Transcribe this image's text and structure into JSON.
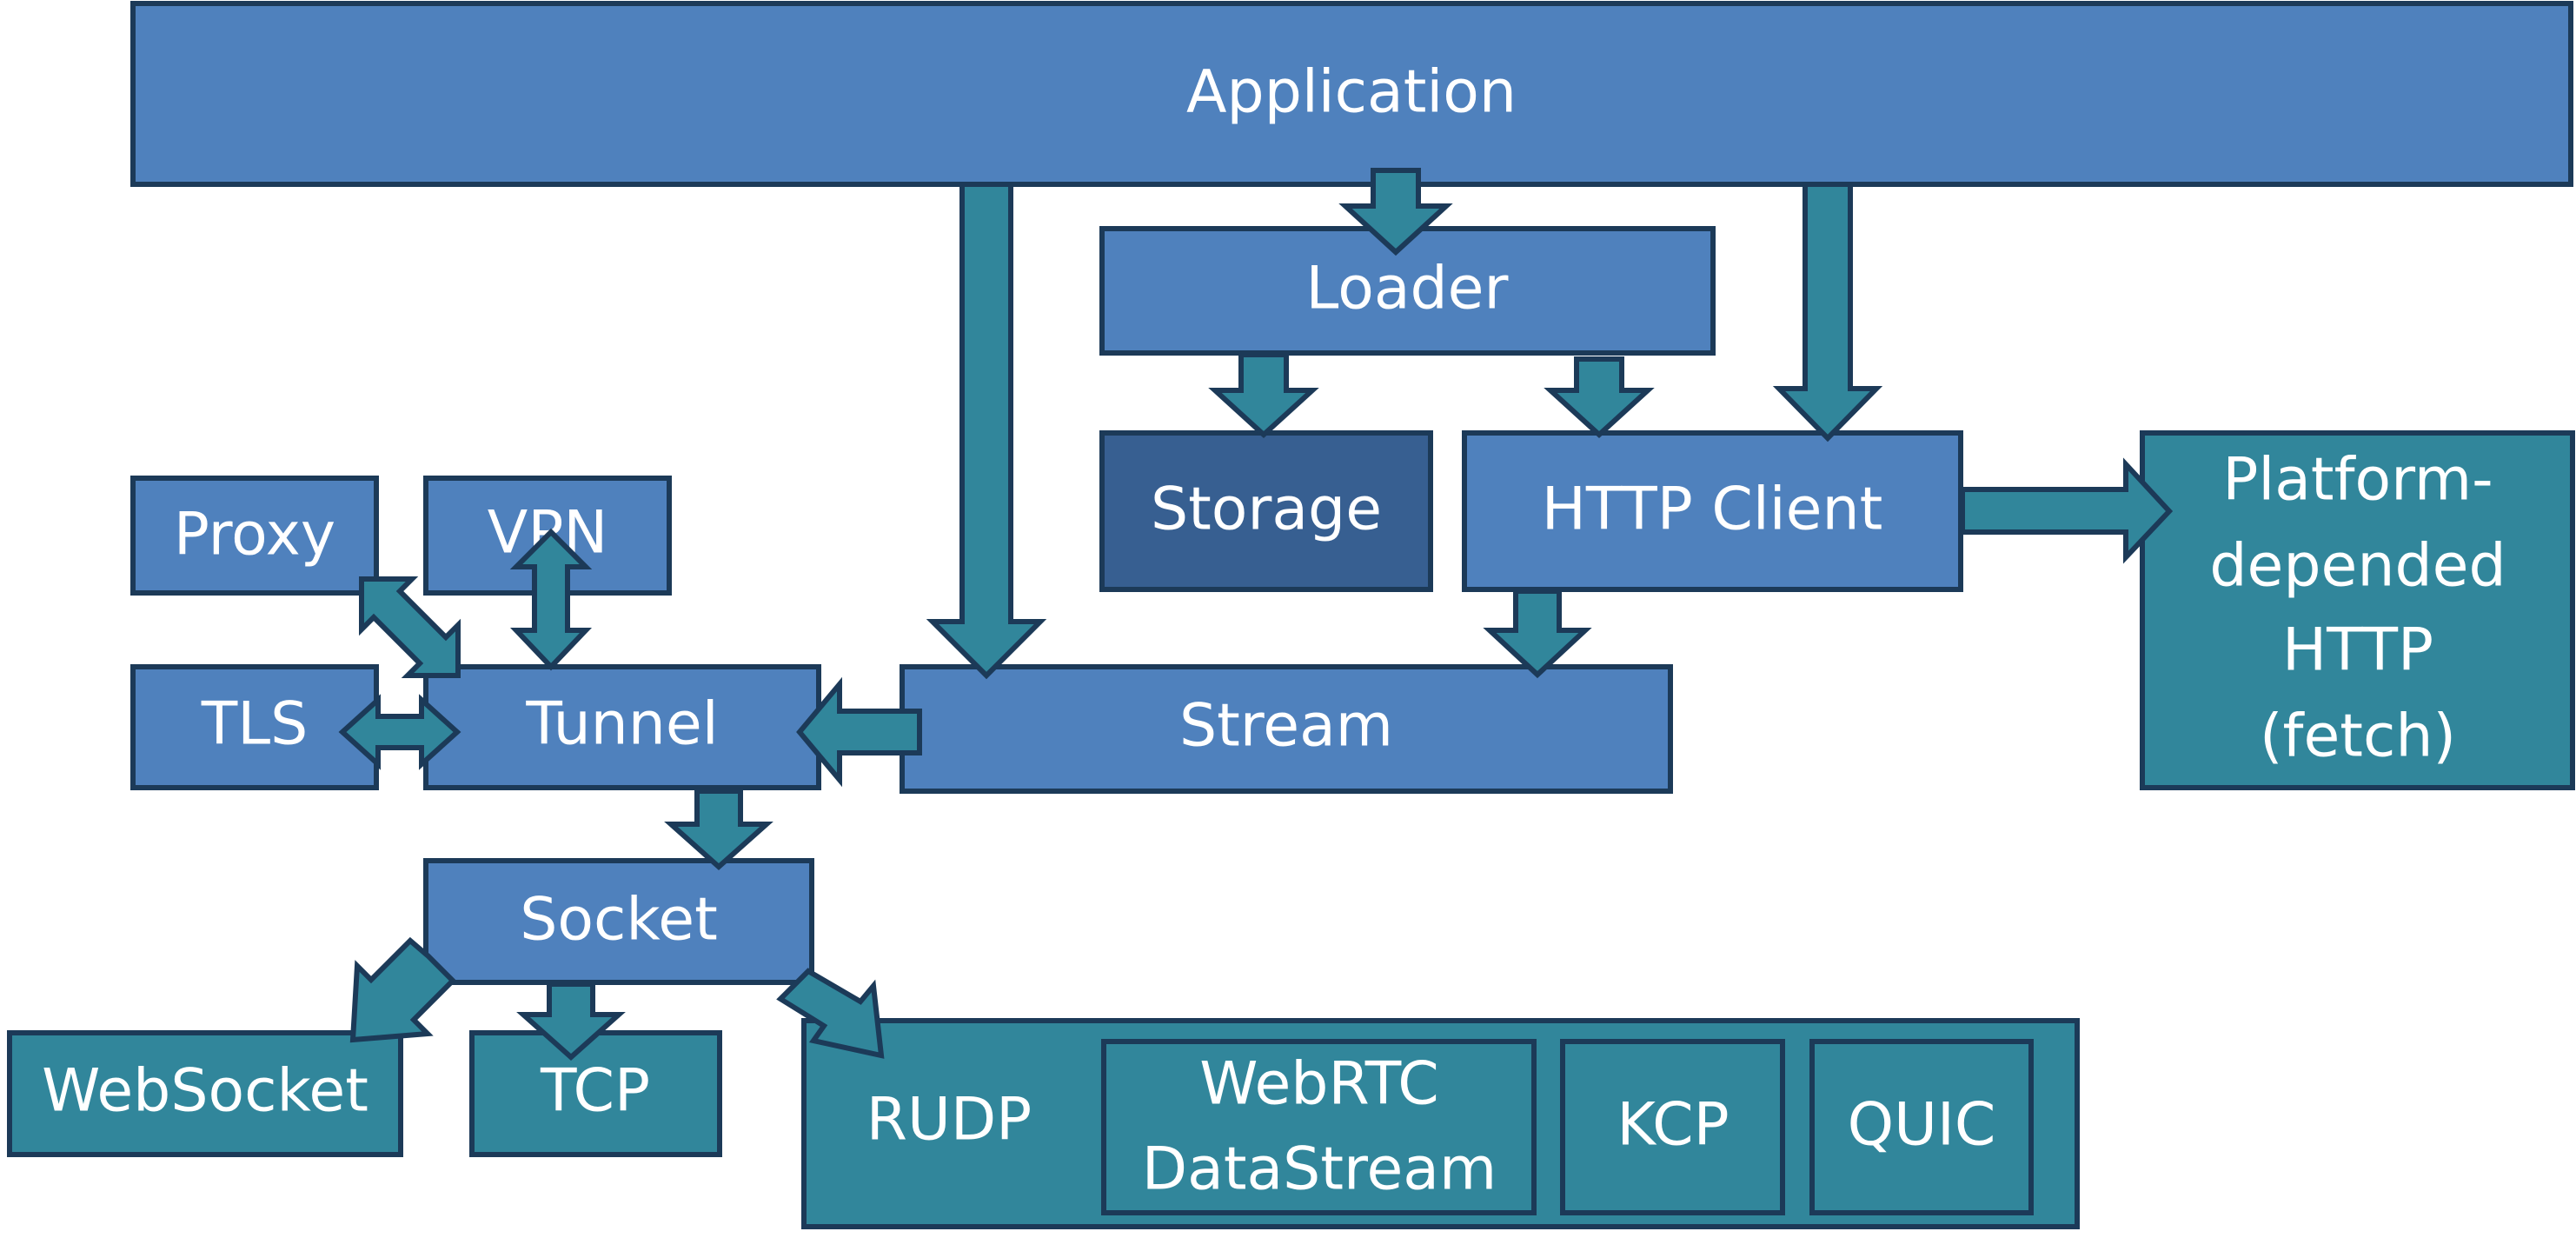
{
  "boxes": {
    "application": "Application",
    "loader": "Loader",
    "storage": "Storage",
    "http_client": "HTTP Client",
    "platform_http": [
      "Platform-",
      "depended",
      "HTTP",
      "(fetch)"
    ],
    "proxy": "Proxy",
    "vpn": "VPN",
    "tls": "TLS",
    "tunnel": "Tunnel",
    "stream": "Stream",
    "socket": "Socket",
    "websocket": "WebSocket",
    "tcp": "TCP",
    "rudp": "RUDP",
    "webrtc": [
      "WebRTC",
      "DataStream"
    ],
    "kcp": "KCP",
    "quic": "QUIC"
  },
  "colors": {
    "blue_box": "#4f81bd",
    "dark_box": "#375f91",
    "teal_box": "#31869b",
    "border": "#1c3a58",
    "text": "#ffffff"
  }
}
